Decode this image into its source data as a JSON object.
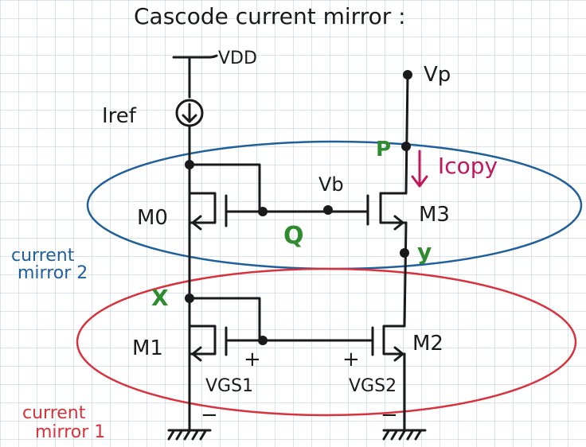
{
  "title": "Cascode current mirror :",
  "labels": {
    "vdd": "VDD",
    "vp": "Vp",
    "iref": "Iref",
    "vb": "Vb",
    "p": "P",
    "icopy": "Icopy",
    "m0": "M0",
    "m1": "M1",
    "m2": "M2",
    "m3": "M3",
    "q": "Q",
    "x": "X",
    "y": "y",
    "vgs1": "VGS1",
    "vgs2": "VGS2",
    "plus1": "+",
    "plus2": "+",
    "minus1": "−",
    "minus2": "−",
    "mirror2_line1": "current",
    "mirror2_line2": "mirror 2",
    "mirror1_line1": "current",
    "mirror1_line2": "mirror 1"
  },
  "colors": {
    "ink": "#1a1a1a",
    "grid": "#b9c7d8",
    "mirror2": "#1f5f9a",
    "mirror1": "#d8323c",
    "node": "#2e8b2e",
    "icopy": "#c2185b"
  }
}
